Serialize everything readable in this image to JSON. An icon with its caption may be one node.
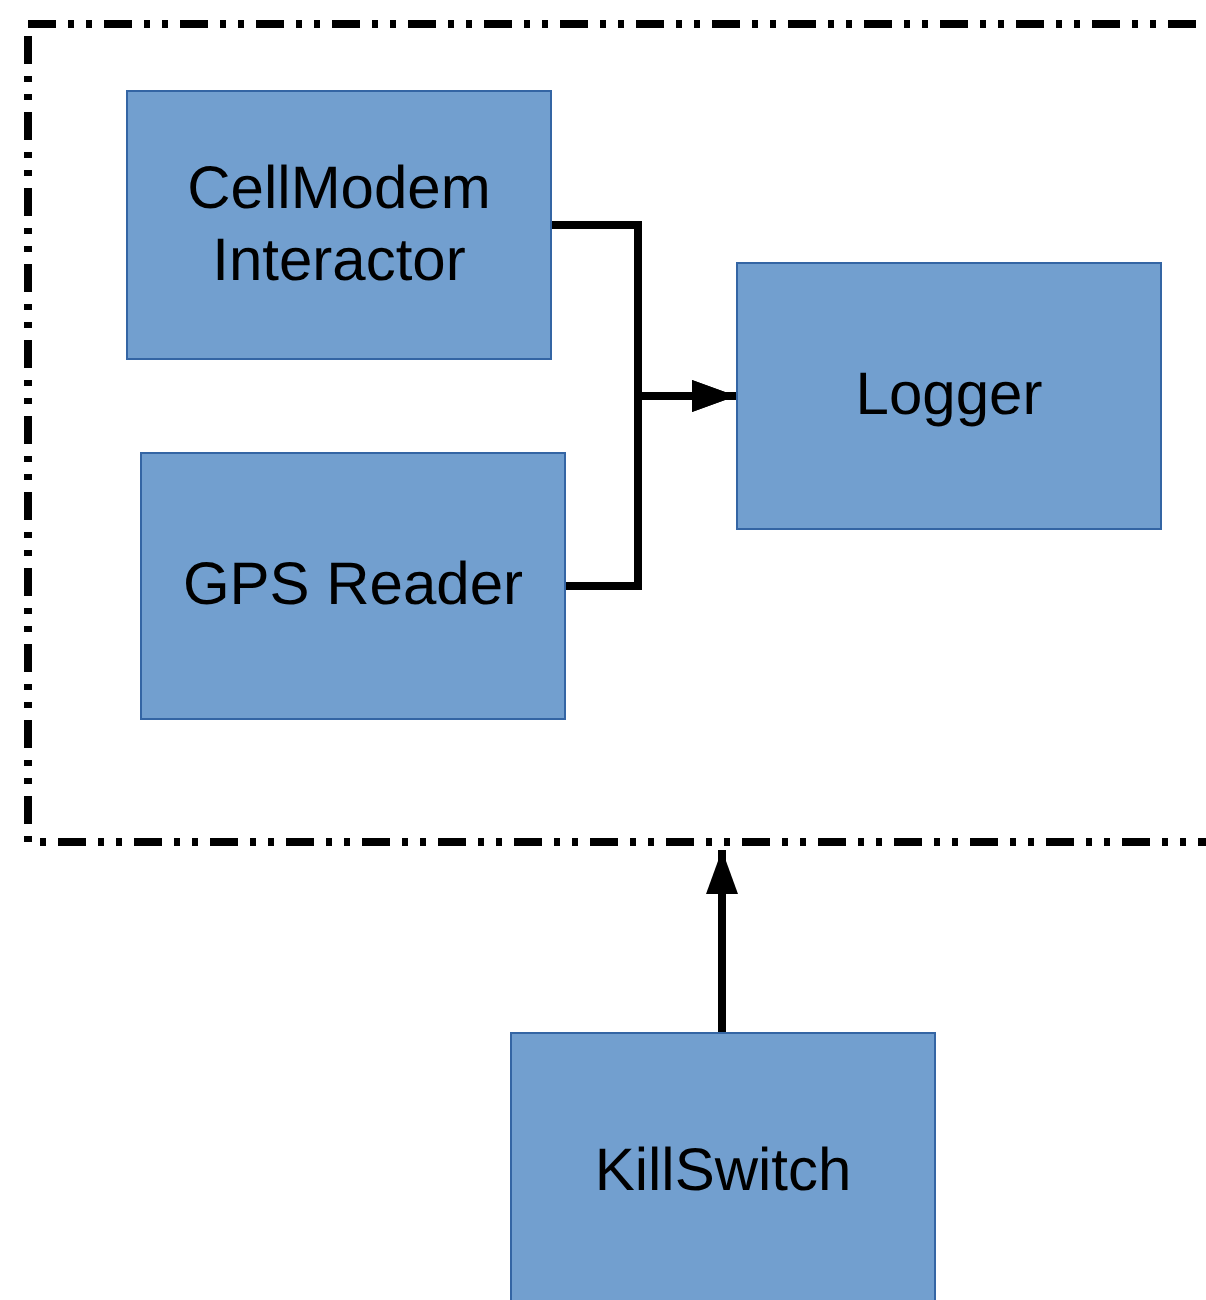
{
  "diagram": {
    "nodes": [
      {
        "text": [],
        "shape": "box"
      },
      {
        "text": [
          "CellModem Interactor"
        ],
        "in": 0
      },
      {
        "text": [
          "GPS Reader"
        ],
        "in": 0
      },
      {
        "text": [
          "Logger"
        ],
        "in": 0
      },
      {
        "text": [
          "KillSwitch"
        ]
      }
    ],
    "edges": [
      {
        "from": 1,
        "to": 3,
        "arrow": "to"
      },
      {
        "from": 2,
        "to": 3,
        "arrow": "to"
      },
      {
        "from": 4,
        "to": 0,
        "arrow": "to"
      }
    ]
  }
}
